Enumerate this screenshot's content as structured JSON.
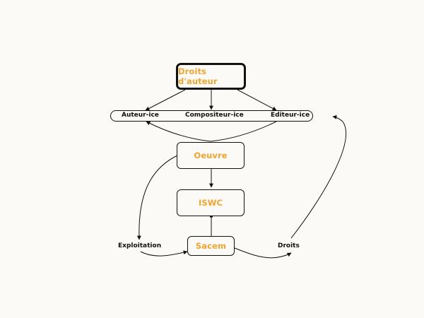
{
  "nodes": {
    "droits_auteur": "Droits d'auteur",
    "oeuvre": "Oeuvre",
    "iswc": "ISWC",
    "sacem": "Sacem"
  },
  "roles": {
    "auteur": "Auteur-ice",
    "compositeur": "Compositeur-ice",
    "editeur": "Editeur-ice"
  },
  "labels": {
    "exploitation": "Exploitation",
    "droits": "Droits"
  },
  "colors": {
    "node_text": "#f2a431",
    "stroke": "#111111",
    "background": "#fbfaf7"
  }
}
